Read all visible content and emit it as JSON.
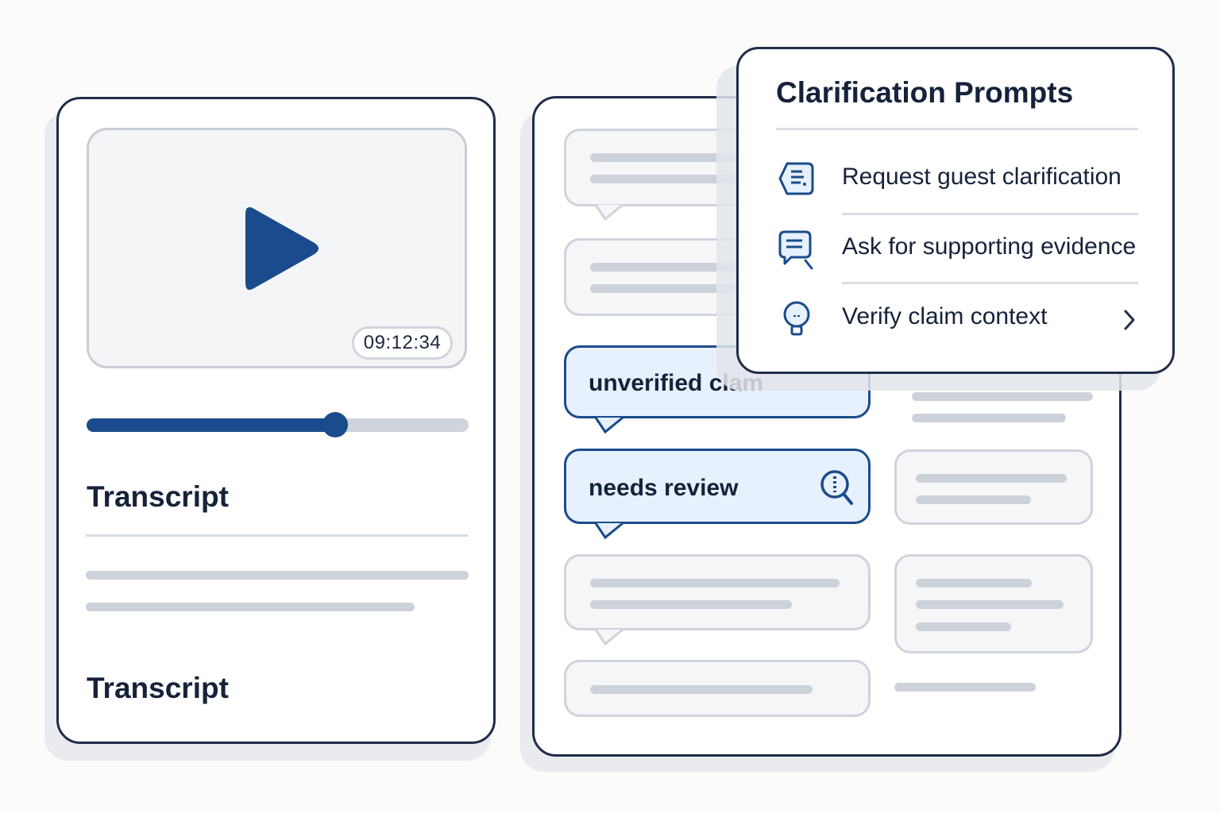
{
  "player": {
    "timestamp": "09:12:34",
    "progress_fraction": 0.65
  },
  "transcript": {
    "heading": "Transcript",
    "footer_heading": "Transcript"
  },
  "claims": {
    "unverified_label": "unverified clam",
    "review_label": "needs review"
  },
  "popover": {
    "title": "Clarification Prompts",
    "items": [
      {
        "label": "Request guest clarification",
        "icon": "chat-list-icon"
      },
      {
        "label": "Ask for supporting evidence",
        "icon": "chat-search-icon"
      },
      {
        "label": "Verify claim context",
        "icon": "lightbulb-icon"
      }
    ]
  },
  "colors": {
    "accent": "#1a4b8c",
    "highlight_bg": "#e7f0fd",
    "border_dark": "#1f2d4a",
    "placeholder": "#cdd1d9"
  }
}
